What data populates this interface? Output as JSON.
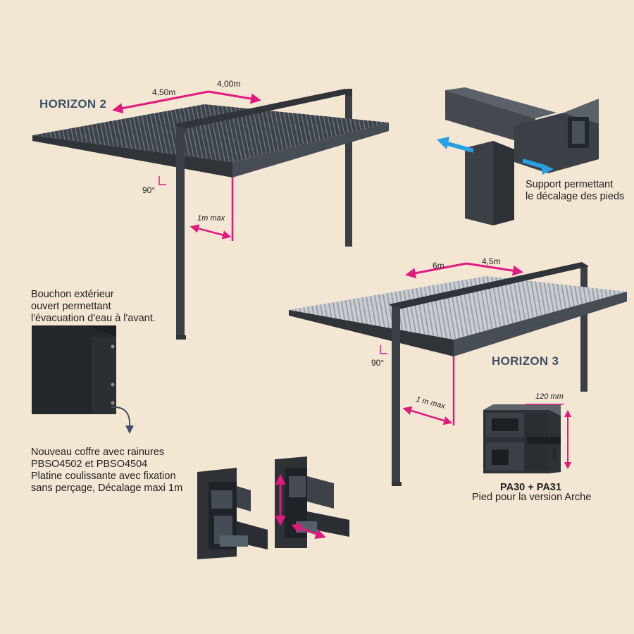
{
  "horizon2": {
    "title": "HORIZON 2",
    "dim_width": "4,50m",
    "dim_depth": "4,00m",
    "offset": "1m max",
    "angle": "90°"
  },
  "horizon3": {
    "title": "HORIZON 3",
    "dim_width": "6m",
    "dim_depth": "4,5m",
    "offset": "1 m max",
    "angle": "90°"
  },
  "support": {
    "line1": "Support permettant",
    "line2": "le décalage des pieds"
  },
  "bouchon": {
    "line1": "Bouchon extérieur",
    "line2": "ouvert permettant",
    "line3": "l'évacuation d'eau à l'avant."
  },
  "coffre": {
    "line1": "Nouveau coffre avec rainures",
    "line2": "PBSO4502 et PBSO4504",
    "line3": "Platine coulissante avec fixation",
    "line4": "sans perçage, Décalage maxi 1m"
  },
  "pied": {
    "width": "120 mm",
    "height": "120 mm",
    "ref": "PA30 + PA31",
    "caption": "Pied pour la version Arche"
  },
  "colors": {
    "background": "#f3e6d3",
    "frame": "#3a3f45",
    "accent": "#e2197f",
    "arrow_blue": "#2a9fe0",
    "title": "#3f5168"
  }
}
